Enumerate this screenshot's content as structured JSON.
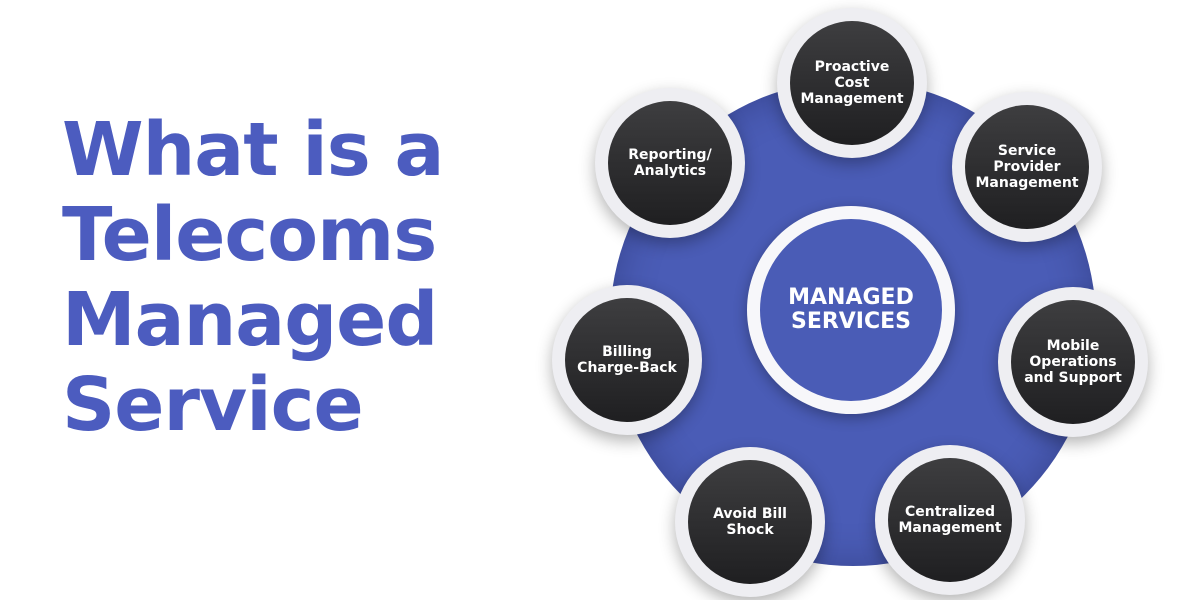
{
  "title": {
    "lines": [
      "What is a",
      "Telecoms",
      "Managed",
      "Service"
    ]
  },
  "hub": {
    "lines": [
      "MANAGED",
      "SERVICES"
    ]
  },
  "services": [
    {
      "lines": [
        "Proactive",
        "Cost",
        "Management"
      ]
    },
    {
      "lines": [
        "Service",
        "Provider",
        "Management"
      ]
    },
    {
      "lines": [
        "Mobile",
        "Operations",
        "and Support"
      ]
    },
    {
      "lines": [
        "Centralized",
        "Management"
      ]
    },
    {
      "lines": [
        "Avoid Bill",
        "Shock"
      ]
    },
    {
      "lines": [
        "Billing",
        "Charge-Back"
      ]
    },
    {
      "lines": [
        "Reporting/",
        "Analytics"
      ]
    }
  ],
  "colors": {
    "accent": "#4c5cbf",
    "circle": "#4a5cb6",
    "node": "#2c2c2e"
  }
}
